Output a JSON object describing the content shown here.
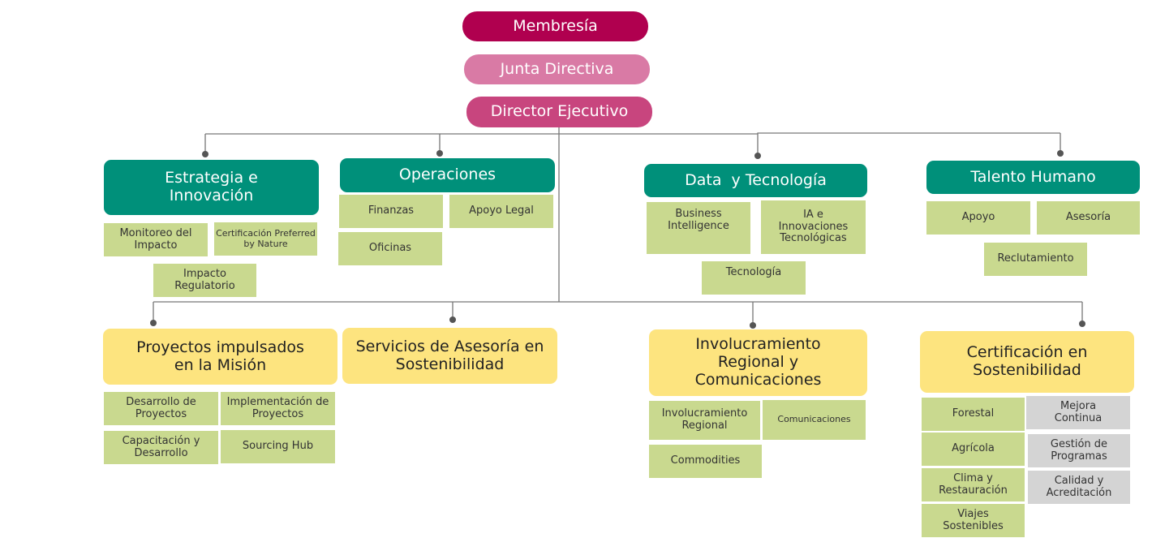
{
  "top": {
    "membresia": "Membresía",
    "junta": "Junta Directiva",
    "director": "Director Ejecutivo"
  },
  "colors": {
    "membresia": "#b0004f",
    "junta": "#d97aa5",
    "director": "#c8457e",
    "teal": "#00907a",
    "yellow": "#fde47f",
    "green": "#c9d98f",
    "gray": "#d4d4d4"
  },
  "estrategia": {
    "title": "Estrategia e Innovación",
    "items": [
      "Monitoreo del Impacto",
      "Certificación Preferred by Nature",
      "Impacto Regulatorio"
    ]
  },
  "operaciones": {
    "title": "Operaciones",
    "items": [
      "Finanzas",
      "Apoyo Legal",
      "Oficinas"
    ]
  },
  "data_tec": {
    "title": "Data  y Tecnología",
    "items": [
      "Business Intelligence",
      "IA e Innovaciones Tecnológicas",
      "Tecnología"
    ]
  },
  "talento": {
    "title": "Talento Humano",
    "items": [
      "Apoyo",
      "Asesoría",
      "Reclutamiento"
    ]
  },
  "proyectos": {
    "title": "Proyectos impulsados en la Misión",
    "items": [
      "Desarrollo de Proyectos",
      "Implementación de Proyectos",
      "Capacitación y Desarrollo",
      "Sourcing Hub"
    ]
  },
  "servicios": {
    "title": "Servicios de Asesoría en Sostenibilidad"
  },
  "involucramiento": {
    "title": "Involucramiento Regional y Comunicaciones",
    "items": [
      "Involucramiento Regional",
      "Comunicaciones",
      "Commodities"
    ]
  },
  "certificacion": {
    "title": "Certificación en Sostenibilidad",
    "items": [
      "Forestal",
      "Agrícola",
      "Clima y Restauración",
      "Viajes Sostenibles"
    ],
    "gray_items": [
      "Mejora Continua",
      "Gestión de Programas",
      "Calidad y Acreditación"
    ]
  }
}
